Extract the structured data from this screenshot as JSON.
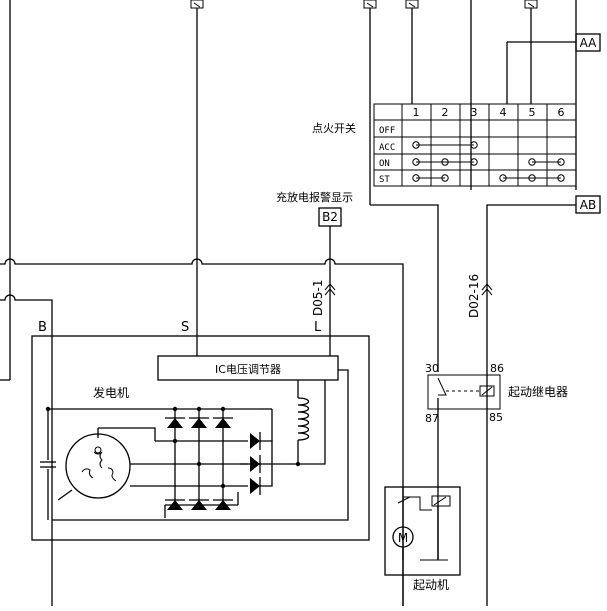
{
  "labels": {
    "ignition_switch": "点火开关",
    "charge_warning": "充放电报警显示",
    "b2": "B2",
    "aa": "AA",
    "ab": "AB",
    "d05": "D05-1",
    "d02": "D02-16",
    "term_b": "B",
    "term_s": "S",
    "term_l": "L",
    "ic_regulator": "IC电压调节器",
    "generator": "发电机",
    "start_relay": "起动继电器",
    "starter": "起动机",
    "motor": "M",
    "relay_pins": {
      "p30": "30",
      "p86": "86",
      "p87": "87",
      "p85": "85"
    }
  },
  "switch_table": {
    "columns": [
      "1",
      "2",
      "3",
      "4",
      "5",
      "6"
    ],
    "rows": [
      "OFF",
      "ACC",
      "ON",
      "ST"
    ]
  }
}
